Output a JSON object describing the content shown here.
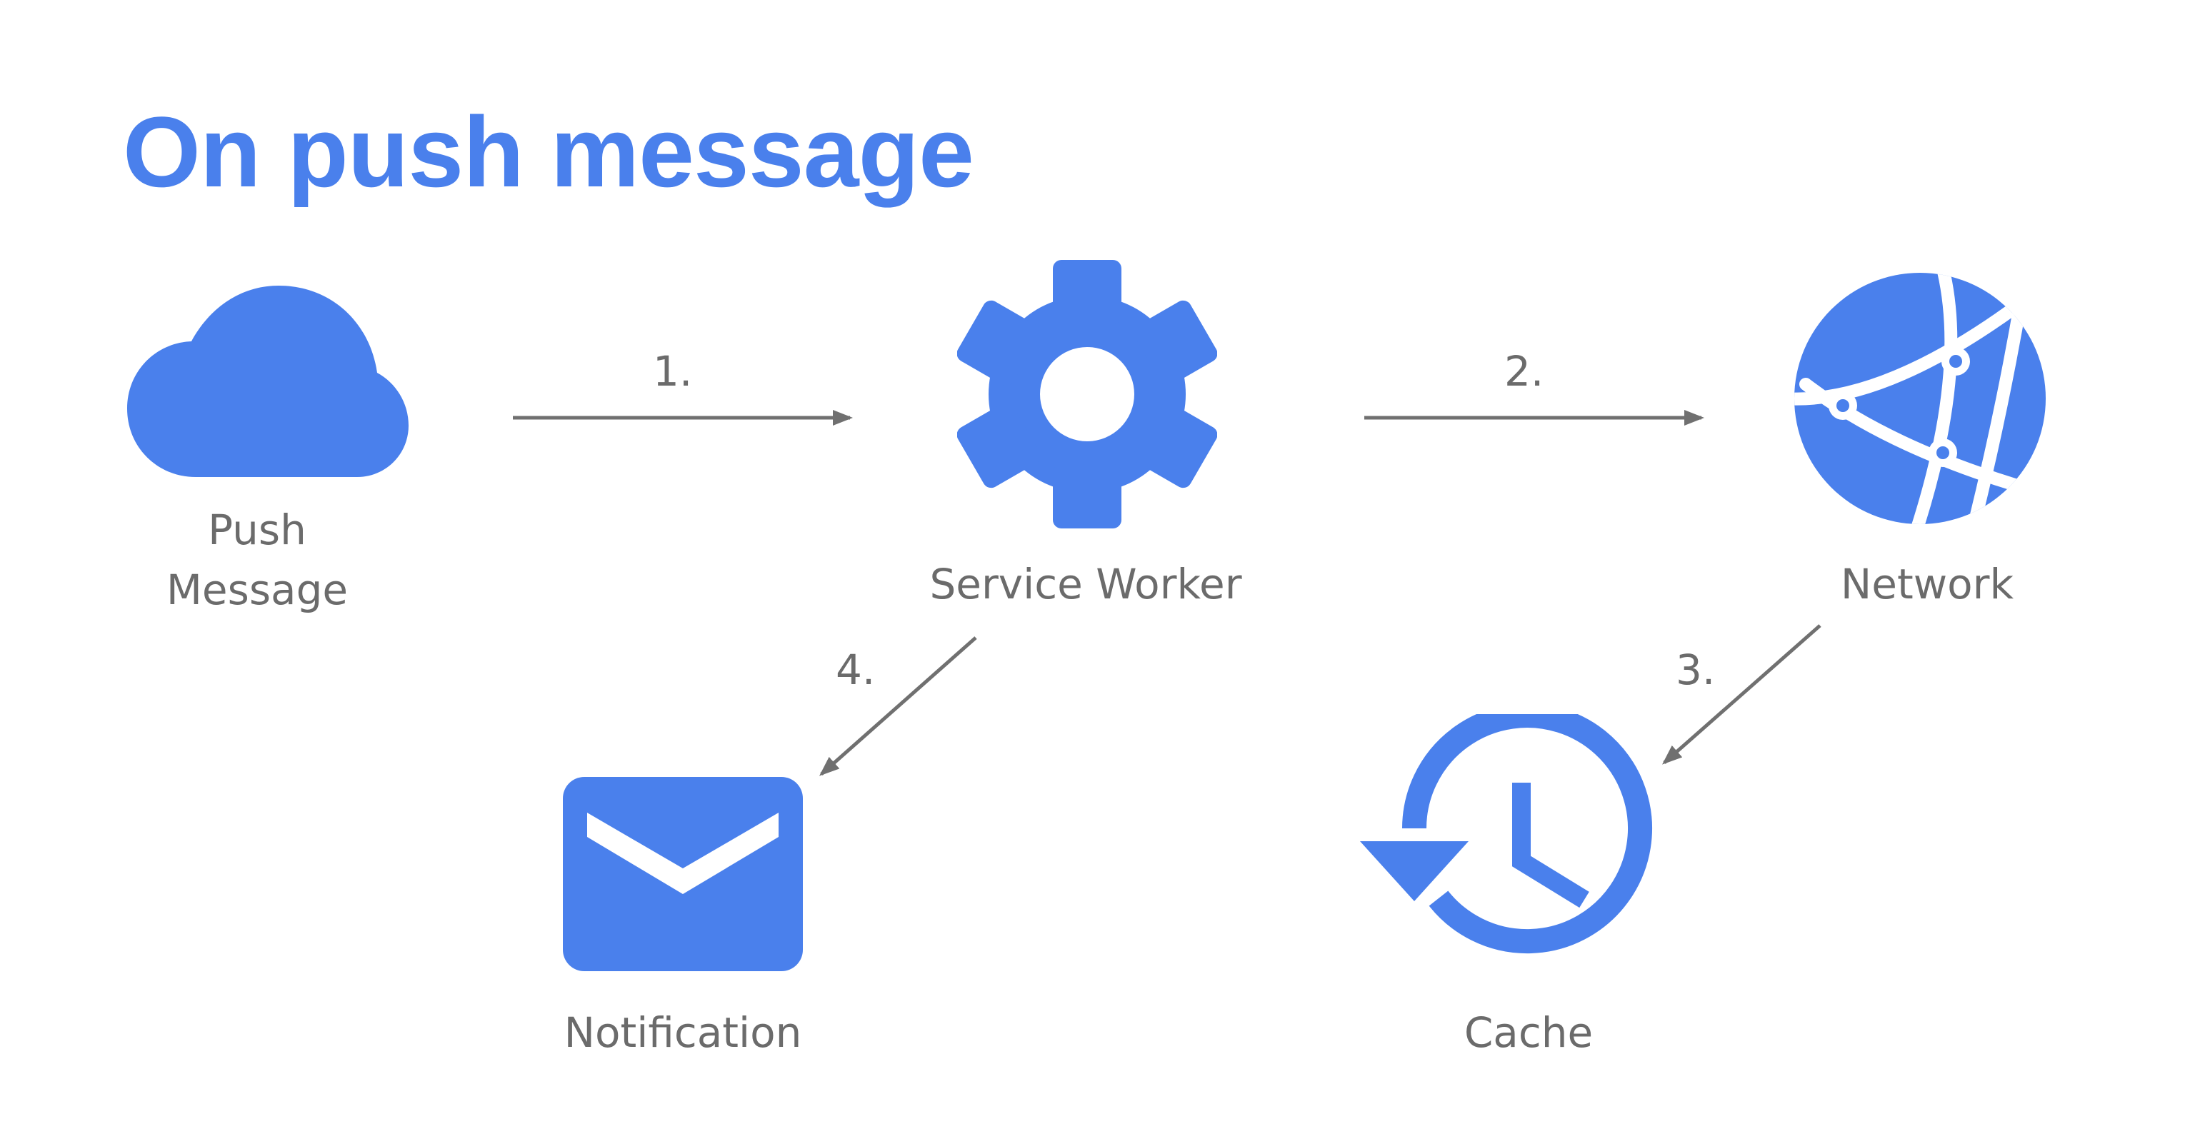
{
  "title": "On push message",
  "colors": {
    "accent": "#4a80ec",
    "text": "#6b6b6b",
    "arrow": "#707070"
  },
  "nodes": {
    "push_message": {
      "label_line1": "Push",
      "label_line2": "Message",
      "icon": "cloud-icon"
    },
    "service_worker": {
      "label": "Service Worker",
      "icon": "gear-icon"
    },
    "network": {
      "label": "Network",
      "icon": "globe-icon"
    },
    "notification": {
      "label": "Notification",
      "icon": "envelope-icon"
    },
    "cache": {
      "label": "Cache",
      "icon": "history-icon"
    }
  },
  "steps": {
    "s1": "1.",
    "s2": "2.",
    "s3": "3.",
    "s4": "4."
  }
}
